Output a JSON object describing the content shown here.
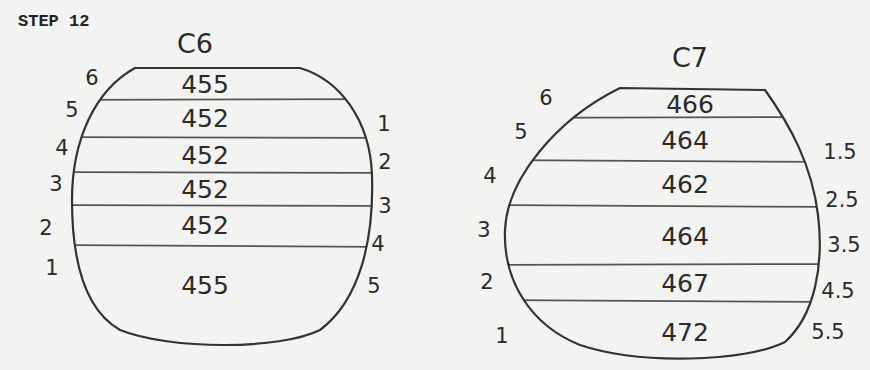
{
  "diagram": {
    "title": "STEP 12",
    "nodes": [
      {
        "text": [
          "C6"
        ]
      },
      {
        "text": [
          "455"
        ],
        "in": 0
      },
      {
        "text": [
          "452"
        ],
        "in": 0
      },
      {
        "text": [
          "452"
        ],
        "in": 0
      },
      {
        "text": [
          "452"
        ],
        "in": 0
      },
      {
        "text": [
          "452"
        ],
        "in": 0
      },
      {
        "text": [
          "455"
        ],
        "in": 0
      },
      {
        "text": [
          "C7"
        ]
      },
      {
        "text": [
          "466"
        ],
        "in": 7
      },
      {
        "text": [
          "464"
        ],
        "in": 7
      },
      {
        "text": [
          "462"
        ],
        "in": 7
      },
      {
        "text": [
          "464"
        ],
        "in": 7
      },
      {
        "text": [
          "467"
        ],
        "in": 7
      },
      {
        "text": [
          "472"
        ],
        "in": 7
      }
    ],
    "labels": [
      "6",
      "5",
      "4",
      "3",
      "2",
      "1",
      "1",
      "2",
      "3",
      "4",
      "5",
      "6",
      "5",
      "4",
      "3",
      "2",
      "1",
      "1.5",
      "2.5",
      "3.5",
      "4.5",
      "5.5"
    ]
  }
}
